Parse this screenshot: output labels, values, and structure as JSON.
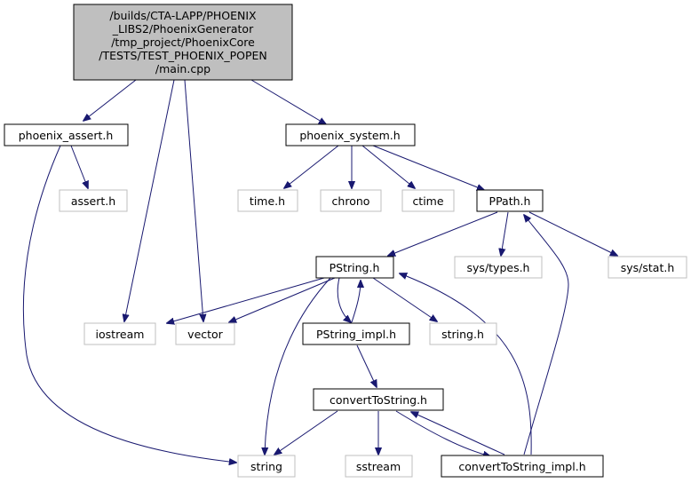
{
  "colors": {
    "edge": "#191970",
    "root_fill": "#bfbfbf",
    "external_border": "#bfbfbf",
    "node_border": "#000000"
  },
  "nodes": {
    "root": [
      "/builds/CTA-LAPP/PHOENIX",
      "_LIBS2/PhoenixGenerator",
      "/tmp_project/PhoenixCore",
      "/TESTS/TEST_PHOENIX_POPEN",
      "/main.cpp"
    ],
    "phoenix_assert": "phoenix_assert.h",
    "phoenix_system": "phoenix_system.h",
    "assert": "assert.h",
    "time": "time.h",
    "chrono": "chrono",
    "ctime": "ctime",
    "ppath": "PPath.h",
    "pstring": "PString.h",
    "sys_types": "sys/types.h",
    "sys_stat": "sys/stat.h",
    "iostream": "iostream",
    "vector": "vector",
    "pstring_impl": "PString_impl.h",
    "string_h": "string.h",
    "convert": "convertToString.h",
    "string": "string",
    "sstream": "sstream",
    "convert_impl": "convertToString_impl.h"
  }
}
